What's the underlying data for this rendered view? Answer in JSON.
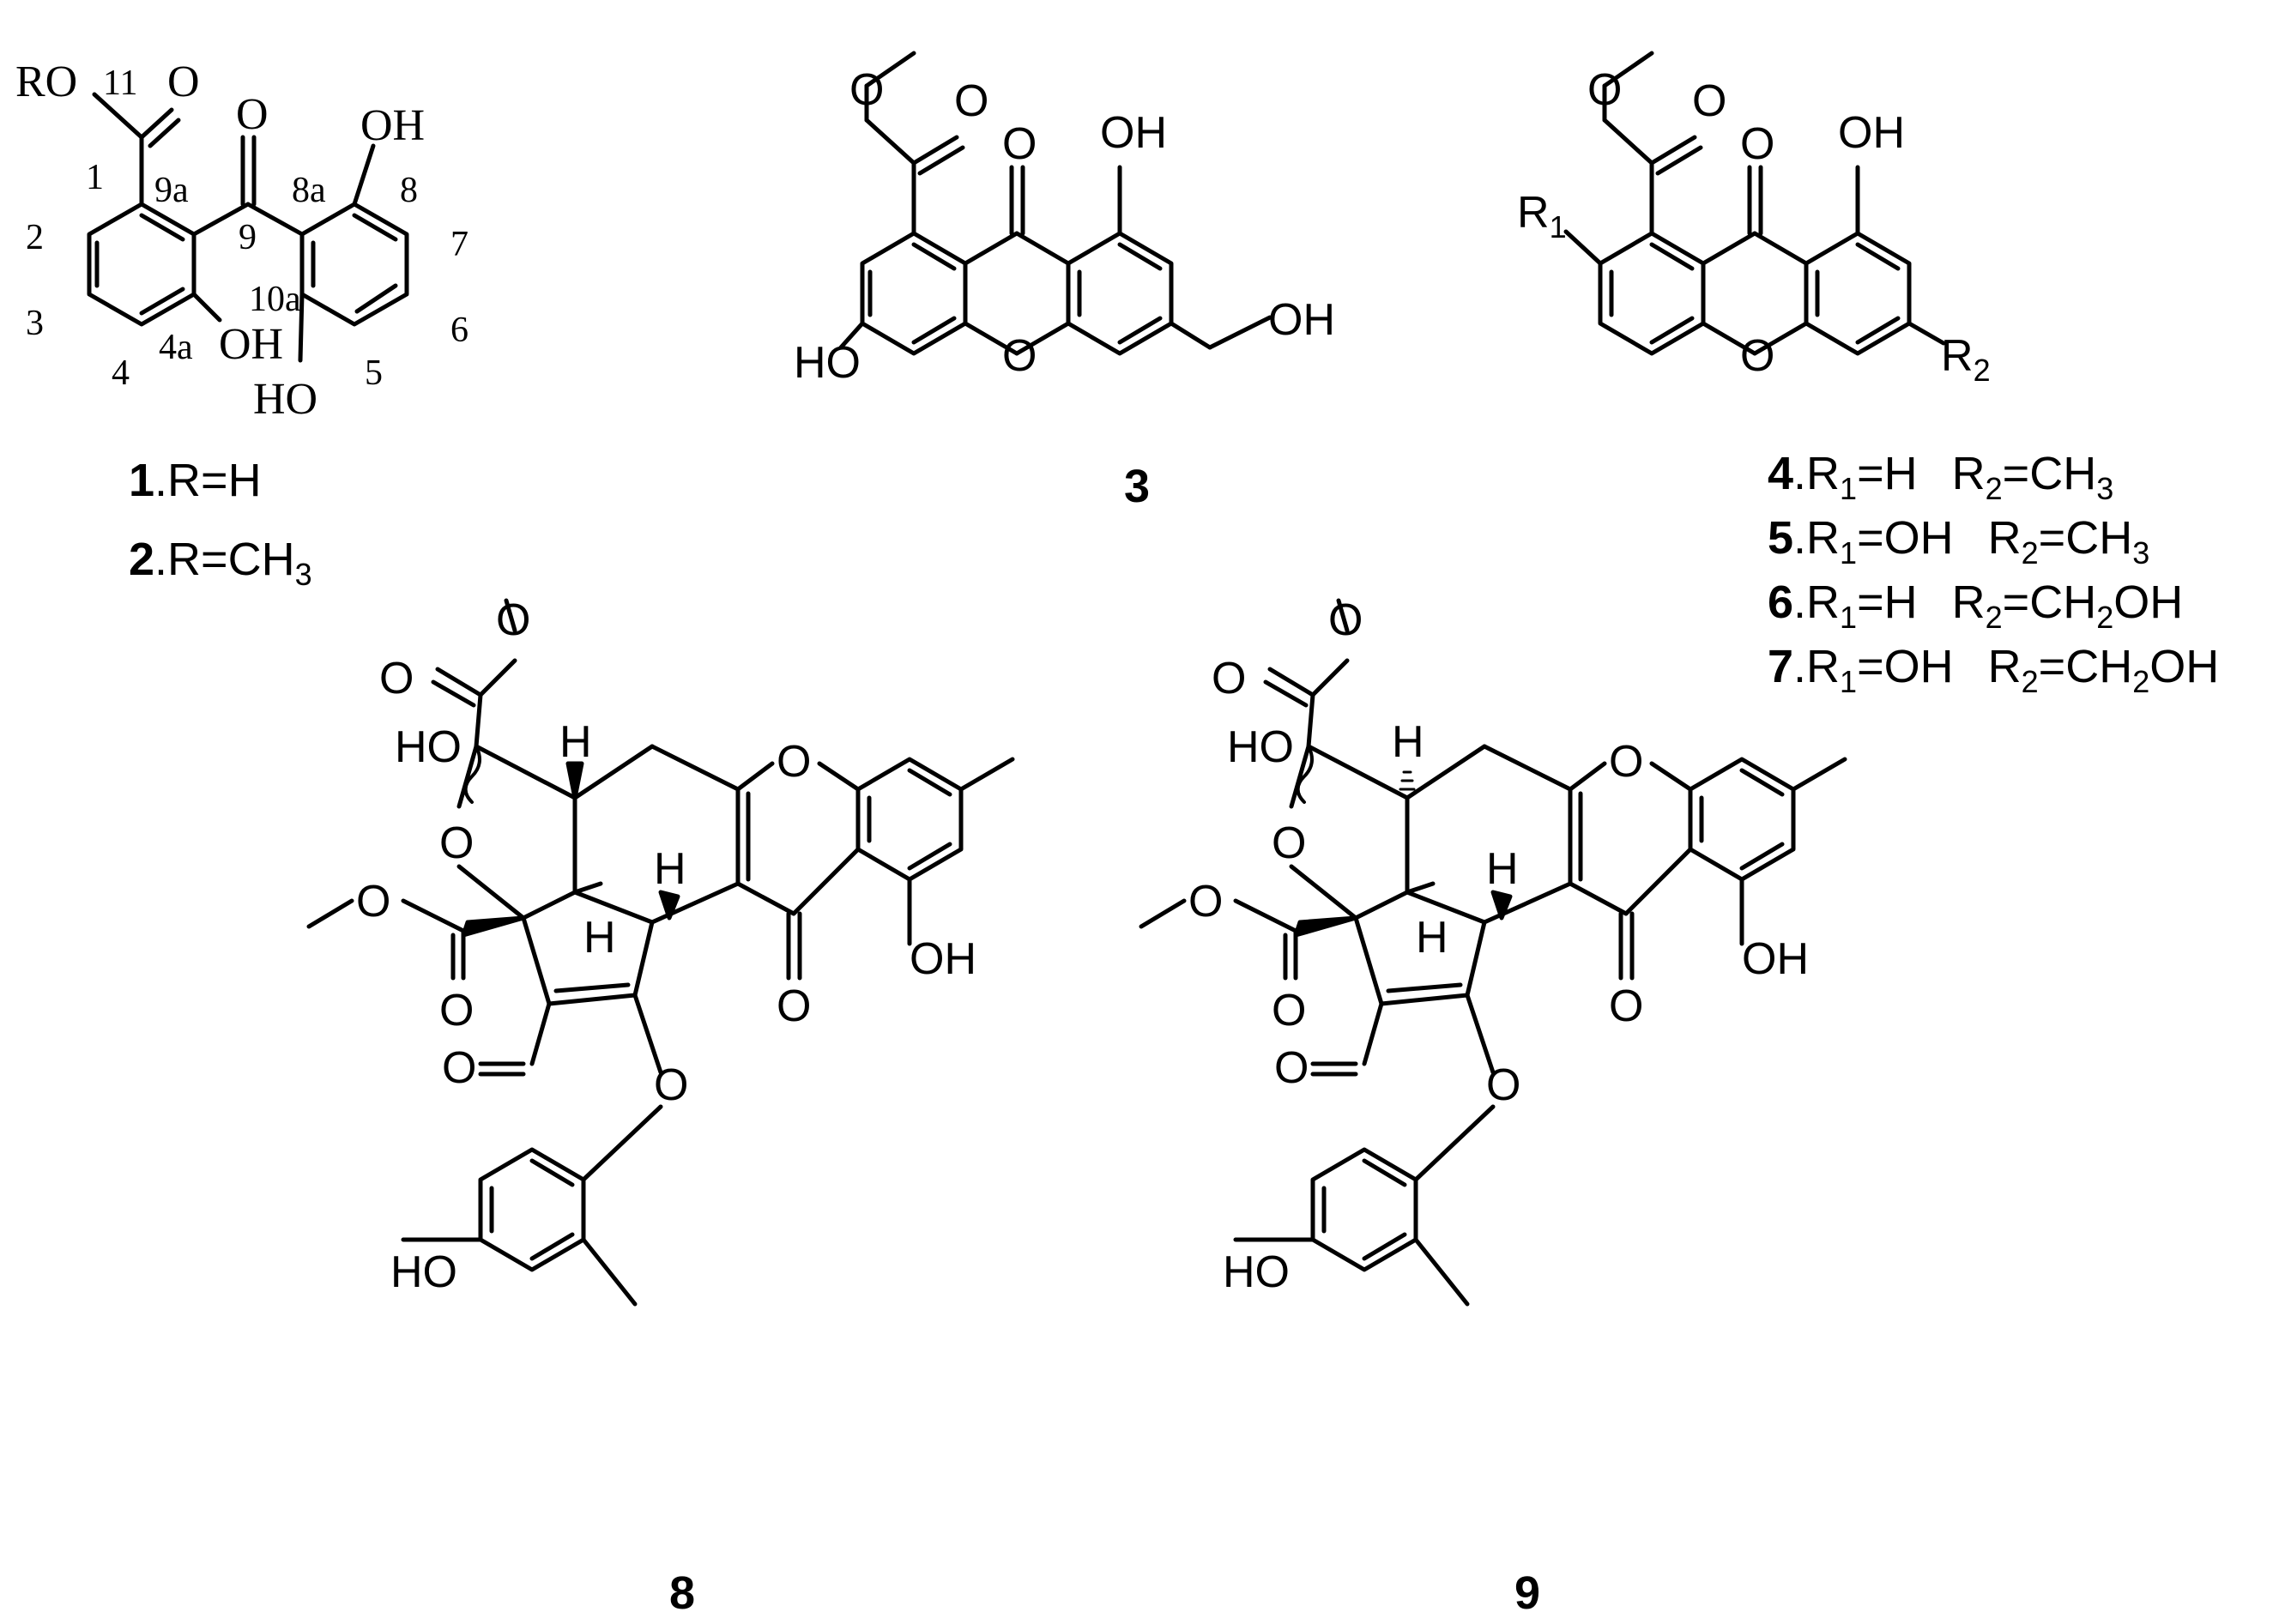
{
  "compounds": {
    "c1": {
      "atom_labels": {
        "ro": "RO",
        "o_carbonyl": "O",
        "o_ketone": "O",
        "oh_8": "OH",
        "oh_4a": "OH",
        "ho_10a": "HO"
      },
      "locants": {
        "n11": "11",
        "n1": "1",
        "n9a": "9a",
        "n8a": "8a",
        "n8": "8",
        "n9": "9",
        "n2": "2",
        "n7": "7",
        "n10a": "10a",
        "n3": "3",
        "n6": "6",
        "n4a": "4a",
        "n4": "4",
        "n5": "5"
      },
      "captions": [
        {
          "id": "1",
          "text": ".R=H"
        },
        {
          "id": "2",
          "text": ".R=CH",
          "sub": "3"
        }
      ]
    },
    "c3": {
      "atom_labels": {
        "o_ester": "O",
        "o_keto": "O",
        "oh_top": "OH",
        "ho_left": "HO",
        "o_ring": "O",
        "oh_right": "OH"
      },
      "caption": "3"
    },
    "c4": {
      "atom_labels": {
        "o_ester": "O",
        "o_keto": "O",
        "oh_top": "OH",
        "r1": "R",
        "r1_sub": "1",
        "o_ring": "O",
        "r2": "R",
        "r2_sub": "2"
      },
      "captions": [
        {
          "id": "4",
          "r1": "H",
          "r2": "CH",
          "r2_sub": "3"
        },
        {
          "id": "5",
          "r1": "OH",
          "r2": "CH",
          "r2_sub": "3"
        },
        {
          "id": "6",
          "r1": "H",
          "r2": "CH",
          "r2_sub": "2",
          "r2_tail": "OH"
        },
        {
          "id": "7",
          "r1": "OH",
          "r2": "CH",
          "r2_sub": "2",
          "r2_tail": "OH"
        }
      ],
      "caption_parts": {
        "dot_r": ".R",
        "sub1": "1",
        "eq": "=",
        "r": "R",
        "sub2": "2"
      }
    },
    "c8": {
      "atom_labels": {
        "o_ester_top": "O",
        "o_carbonyl_top": "O",
        "ho": "HO",
        "h_top": "H",
        "o_xanthone": "O",
        "o_furan": "O",
        "h_mid": "H",
        "o_ester_left": "O",
        "h_bottom": "H",
        "o_keto_right": "O",
        "oh_right": "OH",
        "o_carbonyl_left": "O",
        "o_keto_bottom": "O",
        "o_ring_bottom": "O",
        "ho_bottom": "HO"
      },
      "caption": "8"
    },
    "c9": {
      "caption": "9"
    }
  }
}
